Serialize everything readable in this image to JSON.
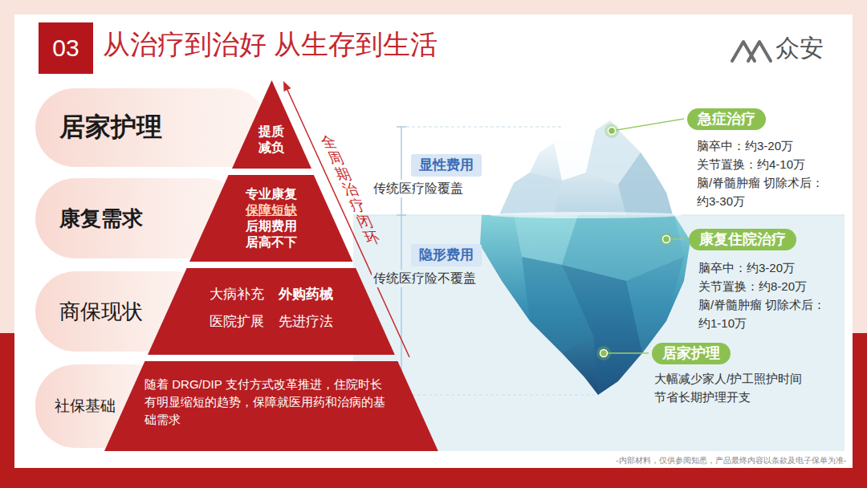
{
  "diagram": {
    "title": "从治疗到治好 从生存到生活",
    "nodes": [
      {
        "text": [
          "03"
        ]
      },
      {
        "text": [
          "居家护理"
        ]
      },
      {
        "text": [
          "提质 减负"
        ]
      },
      {
        "text": [
          "康复需求"
        ]
      },
      {
        "text": [
          "专业康复",
          "保障短缺",
          "后期费用 居高不下"
        ]
      },
      {
        "text": [
          "商保现状"
        ]
      },
      {
        "text": [
          "大病补充",
          "外购药械",
          "医院扩展",
          "先进疗法"
        ]
      },
      {
        "text": [
          "社保基础"
        ]
      },
      {
        "text": [
          "随着 DRG/DIP 支付方式改革推进，住院时长有明显缩短的趋势，保障就医用药和治病的基础需求"
        ]
      },
      {
        "text": [
          "显性费用"
        ]
      },
      {
        "text": [
          "隐形费用"
        ]
      },
      {
        "text": [
          "急症治疗"
        ]
      },
      {
        "text": [
          "康复住院治疗"
        ]
      },
      {
        "text": [
          "居家护理"
        ]
      }
    ],
    "labels": [
      "众安",
      "全周期治疗闭环",
      "传统医疗险覆盖",
      "传统医疗险不覆盖",
      "脑卒中：约3-20万",
      "关节置换：约4-10万",
      "脑/脊髓肿瘤 切除术后：约3-30万",
      "脑卒中：约3-20万",
      "关节置换：约8-20万",
      "脑/脊髓肿瘤 切除术后：约1-10万",
      "大幅减少家人/护工照护时间",
      "节省长期护理开支",
      "-内部材料，仅供参阅知悉，产品最终内容以条款及电子保单为准-"
    ]
  }
}
